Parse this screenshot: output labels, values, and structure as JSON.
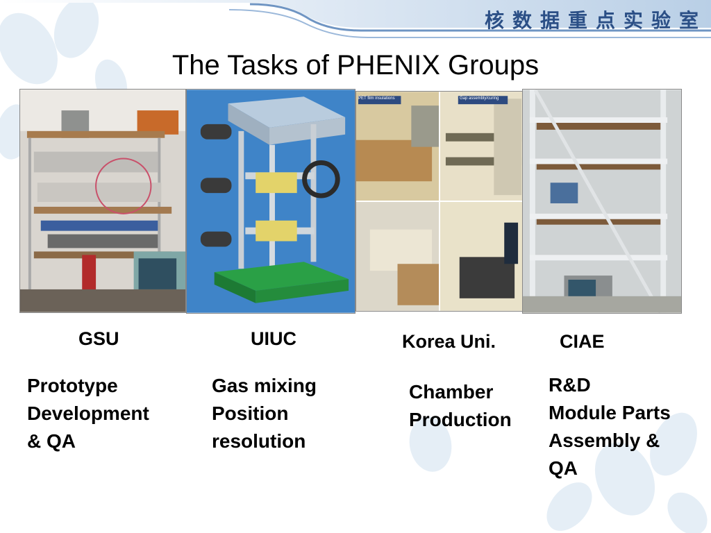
{
  "header": {
    "banner_text": "核数据重点实验室",
    "accent_color": "#2b4f86"
  },
  "slide": {
    "title": "The Tasks of PHENIX Groups"
  },
  "photos": {
    "korea_top_left_label": "PET film insulations",
    "korea_top_right_label": "Gap assembly/curing"
  },
  "groups": [
    {
      "name": "GSU",
      "tasks": [
        "Prototype",
        "Development",
        "& QA"
      ]
    },
    {
      "name": "UIUC",
      "tasks": [
        "Gas mixing",
        "Position",
        "resolution"
      ]
    },
    {
      "name": "Korea Uni.",
      "tasks": [
        "Chamber",
        "Production"
      ]
    },
    {
      "name": "CIAE",
      "tasks": [
        "R&D",
        "Module Parts",
        "Assembly &",
        "QA"
      ]
    }
  ]
}
